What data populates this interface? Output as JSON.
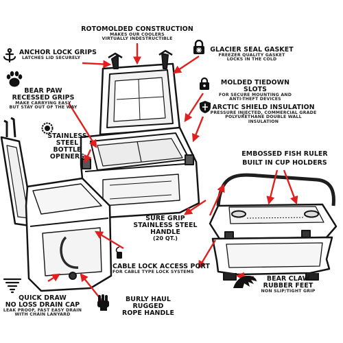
{
  "diagram": {
    "colors": {
      "ink": "#141414",
      "arrow": "#e01f1f",
      "plastic": "#ffffff",
      "shade": "#d9d9d9"
    },
    "callouts": {
      "rotomolded": {
        "title": "ROTOMOLDED CONSTRUCTION",
        "sub": [
          "MAKES OUR COOLERS",
          "VIRTUALLY INDESTRUCTIBLE"
        ]
      },
      "anchor": {
        "title": "ANCHOR LOCK GRIPS",
        "sub": [
          "LATCHES LID SECURELY"
        ],
        "icon": "anchor-icon"
      },
      "glacier": {
        "title": "GLACIER SEAL GASKET",
        "sub": [
          "FREEZER QUALITY GASKET",
          "LOCKS IN THE COLD"
        ],
        "icon": "lock-snowflake-icon"
      },
      "bearpaw": {
        "title": [
          "BEAR PAW",
          "RECESSED GRIPS"
        ],
        "sub": [
          "MAKE CARRYING EASY",
          "BUT STAY OUT OF THE WAY"
        ],
        "icon": "bear-paw-icon"
      },
      "tiedown": {
        "title": "MOLDED TIEDOWN SLOTS",
        "sub": [
          "FOR SECURE MOUNTING AND",
          "ANTI-THEFT DEVICES"
        ],
        "icon": "padlock-icon"
      },
      "arctic": {
        "title": "ARCTIC SHIELD INSULATION",
        "sub": [
          "PRESSURE INJECTED, COMMERCIAL GRADE",
          "POLYURETHANE DOUBLE WALL",
          "INSULATION"
        ],
        "icon": "shield-icon"
      },
      "bottle": {
        "title": [
          "STAINLESS STEEL",
          "BOTTLE OPENERS"
        ],
        "icon": "bottle-cap-icon"
      },
      "fishruler": {
        "title": [
          "EMBOSSED FISH RULER",
          "BUILT IN CUP HOLDERS"
        ]
      },
      "suregrip": {
        "title": [
          "SURE GRIP",
          "STAINLESS STEEL HANDLE"
        ],
        "sub": [
          "(20 QT.)"
        ]
      },
      "cablelock": {
        "title": "CABLE LOCK ACCESS PORT",
        "sub": [
          "FOR CABLE TYPE LOCK SYSTEMS"
        ],
        "icon": "cable-lock-icon"
      },
      "bearclaw": {
        "title": [
          "BEAR CLAW",
          "RUBBER FEET"
        ],
        "sub": [
          "NON SLIP/TIGHT GRIP"
        ],
        "icon": "bear-claw-icon"
      },
      "quickdraw": {
        "title": [
          "QUICK DRAW",
          "NO LOSS DRAIN CAP"
        ],
        "sub": [
          "LEAK PROOF, FAST EASY DRAIN",
          "WITH CHAIN LANYARD"
        ],
        "icon": "tornado-icon"
      },
      "burly": {
        "title": [
          "BURLY HAUL RUGGED",
          "ROPE HANDLE"
        ],
        "icon": "fist-icon"
      }
    }
  }
}
